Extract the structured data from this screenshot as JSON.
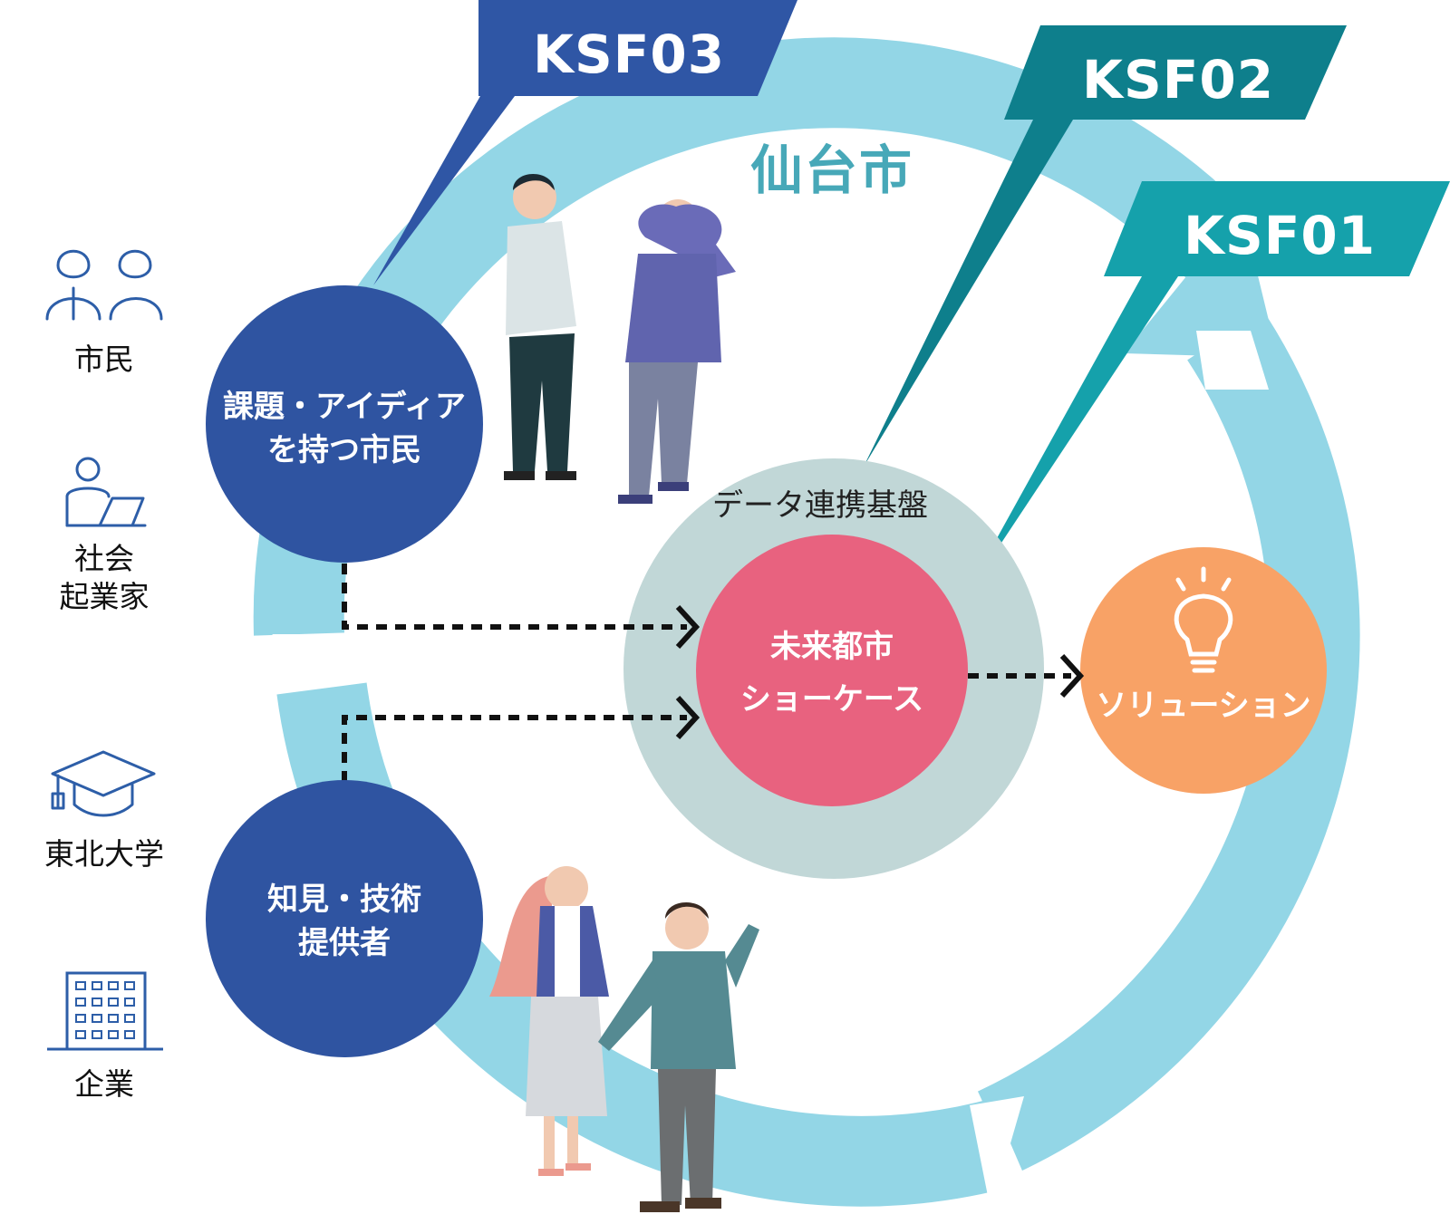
{
  "ksf": {
    "ksf01": "KSF01",
    "ksf02": "KSF02",
    "ksf03": "KSF03"
  },
  "city_label": "仙台市",
  "platform_label": "データ連携基盤",
  "showcase": {
    "line1": "未来都市",
    "line2": "ショーケース"
  },
  "solution_label": "ソリューション",
  "citizen_circle": {
    "line1": "課題・アイディア",
    "line2": "を持つ市民"
  },
  "provider_circle": {
    "line1": "知見・技術",
    "line2": "提供者"
  },
  "stakeholders": {
    "citizen": "市民",
    "entrepreneur_line1": "社会",
    "entrepreneur_line2": "起業家",
    "university": "東北大学",
    "company": "企業"
  },
  "colors": {
    "ksf03": "#2f56a5",
    "ksf02": "#0e7f8c",
    "ksf01": "#15a1ab",
    "cycle_ring": "#93d6e6",
    "platform": "#c1d7d7",
    "showcase": "#e8627f",
    "solution": "#f8a266",
    "stakeholder_circle": "#2f54a1",
    "icon_stroke": "#2d5ea8"
  },
  "icons": [
    "citizens-icon",
    "social-entrepreneur-icon",
    "graduation-cap-icon",
    "office-building-icon",
    "lightbulb-icon"
  ]
}
